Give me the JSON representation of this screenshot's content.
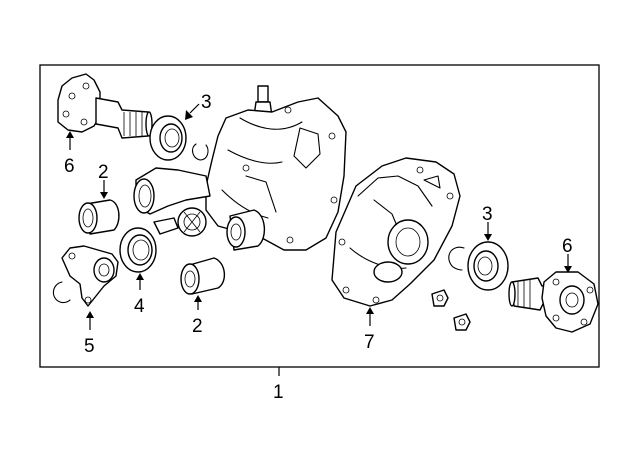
{
  "callouts": {
    "c1": "1",
    "c2a": "2",
    "c2b": "2",
    "c3a": "3",
    "c3b": "3",
    "c4": "4",
    "c5": "5",
    "c6a": "6",
    "c6b": "6",
    "c7": "7"
  }
}
